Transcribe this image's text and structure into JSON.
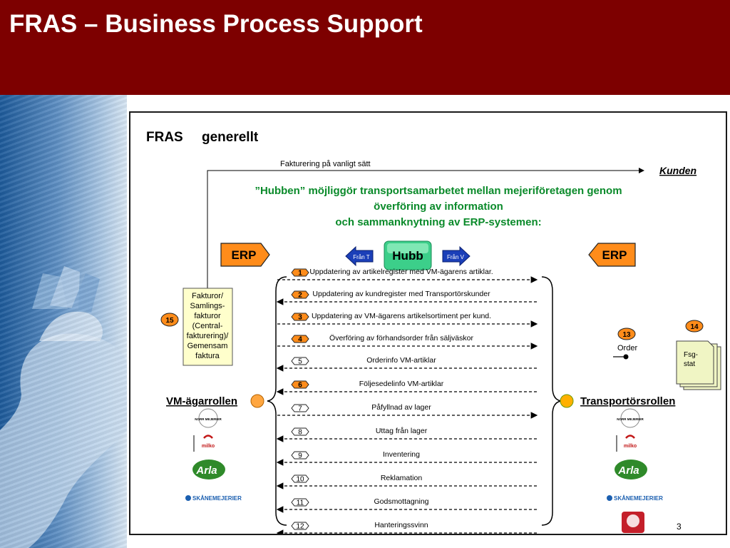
{
  "slide": {
    "title": "FRAS – Business Process Support",
    "page_number": "3"
  },
  "diagram": {
    "heading_left": "FRAS",
    "heading_right": "generellt",
    "invoice_line_label": "Fakturering på vanligt sätt",
    "customer_label": "Kunden",
    "hub_text": {
      "line1": "”Hubben” möjliggör transportsamarbetet mellan mejeriföretagen genom",
      "line2": "överföring av information",
      "line3": "och sammanknytning av ERP-systemen:"
    },
    "erp_left": "ERP",
    "erp_right": "ERP",
    "hub_label": "Hubb",
    "from_t": "Från T",
    "from_v": "Från V",
    "invoice_box": [
      "Fakturor/",
      "Samlings-",
      "fakturor",
      "(Central-",
      "fakturering)/",
      "Gemensam",
      "faktura"
    ],
    "badge_15": "15",
    "badge_13": "13",
    "badge_14": "14",
    "order_label": "Order",
    "fsg_label": [
      "Fsg-",
      "stat"
    ],
    "left_role": "VM-ägarrollen",
    "right_role": "Transportörsrollen",
    "logos_left": [
      "NORR MEJERIER",
      "milko",
      "Arla",
      "SKÅNEMEJERIER"
    ],
    "logos_right": [
      "NORR MEJERIER",
      "milko",
      "Arla",
      "SKÅNEMEJERIER"
    ],
    "colors": {
      "header_bg": "#7d0000",
      "orange": "#ff8c1a",
      "green_text": "#0a8a2a",
      "hub_green": "#3ccf8a",
      "blue_arrow": "#1b3fb8",
      "note_yellow": "#ffffcc",
      "doc_yellow": "#f0f5c4"
    },
    "steps": [
      {
        "num": "1",
        "label": "Uppdatering av artikelregister med VM-ägarens artiklar.",
        "direction": "right",
        "highlight": true
      },
      {
        "num": "2",
        "label": "Uppdatering av kundregister med Transportörskunder",
        "direction": "left",
        "highlight": true
      },
      {
        "num": "3",
        "label": "Uppdatering av VM-ägarens artikelsortiment per kund.",
        "direction": "right",
        "highlight": true
      },
      {
        "num": "4",
        "label": "Överföring av förhandsorder från säljväskor",
        "direction": "right",
        "highlight": true
      },
      {
        "num": "5",
        "label": "Orderinfo VM-artiklar",
        "direction": "left",
        "highlight": false
      },
      {
        "num": "6",
        "label": "Följesedelinfo VM-artiklar",
        "direction": "left",
        "highlight": true
      },
      {
        "num": "7",
        "label": "Påfyllnad av lager",
        "direction": "right",
        "highlight": false
      },
      {
        "num": "8",
        "label": "Uttag från lager",
        "direction": "left",
        "highlight": false
      },
      {
        "num": "9",
        "label": "Inventering",
        "direction": "left",
        "highlight": false
      },
      {
        "num": "10",
        "label": "Reklamation",
        "direction": "left",
        "highlight": false
      },
      {
        "num": "11",
        "label": "Godsmottagning",
        "direction": "left",
        "highlight": false
      },
      {
        "num": "12",
        "label": "Hanteringssvinn",
        "direction": "left",
        "highlight": false
      }
    ]
  }
}
